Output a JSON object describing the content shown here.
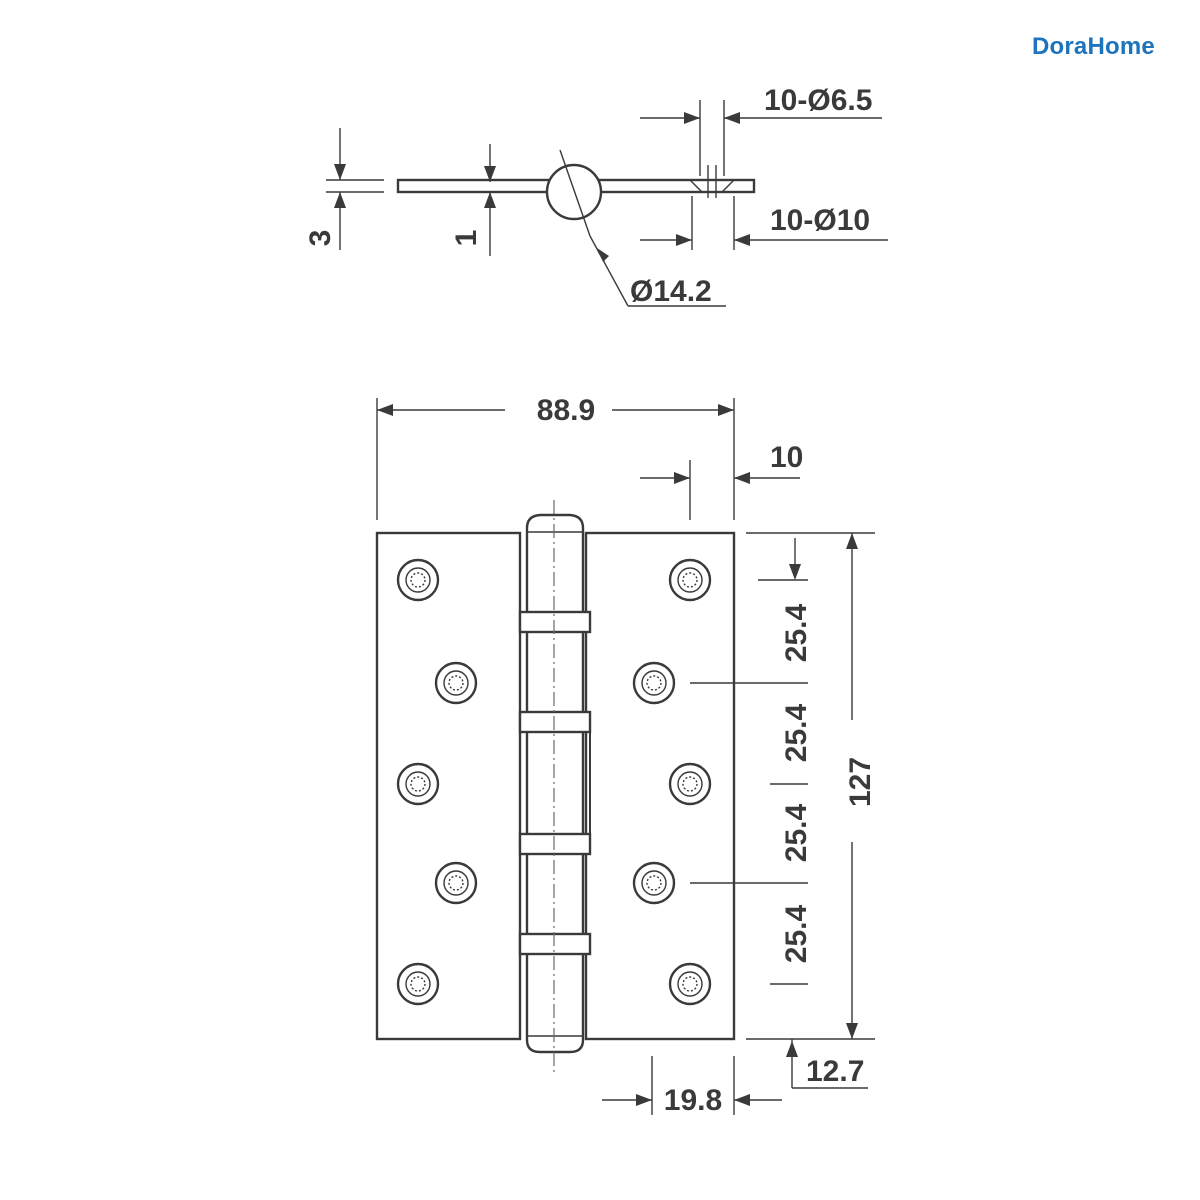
{
  "brand": {
    "logo_text": "DoraHome",
    "color": "#1e73be"
  },
  "side_view": {
    "screw_hole_label": "10-Ø6.5",
    "countersink_label": "10-Ø10",
    "knuckle_label": "Ø14.2",
    "thickness_label": "3",
    "leaf_label": "1"
  },
  "front_view": {
    "width_label": "88.9",
    "edge_offset_label": "10",
    "pitch_labels": [
      "25.4",
      "25.4",
      "25.4",
      "25.4"
    ],
    "height_label": "127",
    "bottom_offset_label": "12.7",
    "knuckle_width_label": "19.8"
  },
  "colors": {
    "line": "#3a3a3a",
    "background": "#ffffff"
  }
}
